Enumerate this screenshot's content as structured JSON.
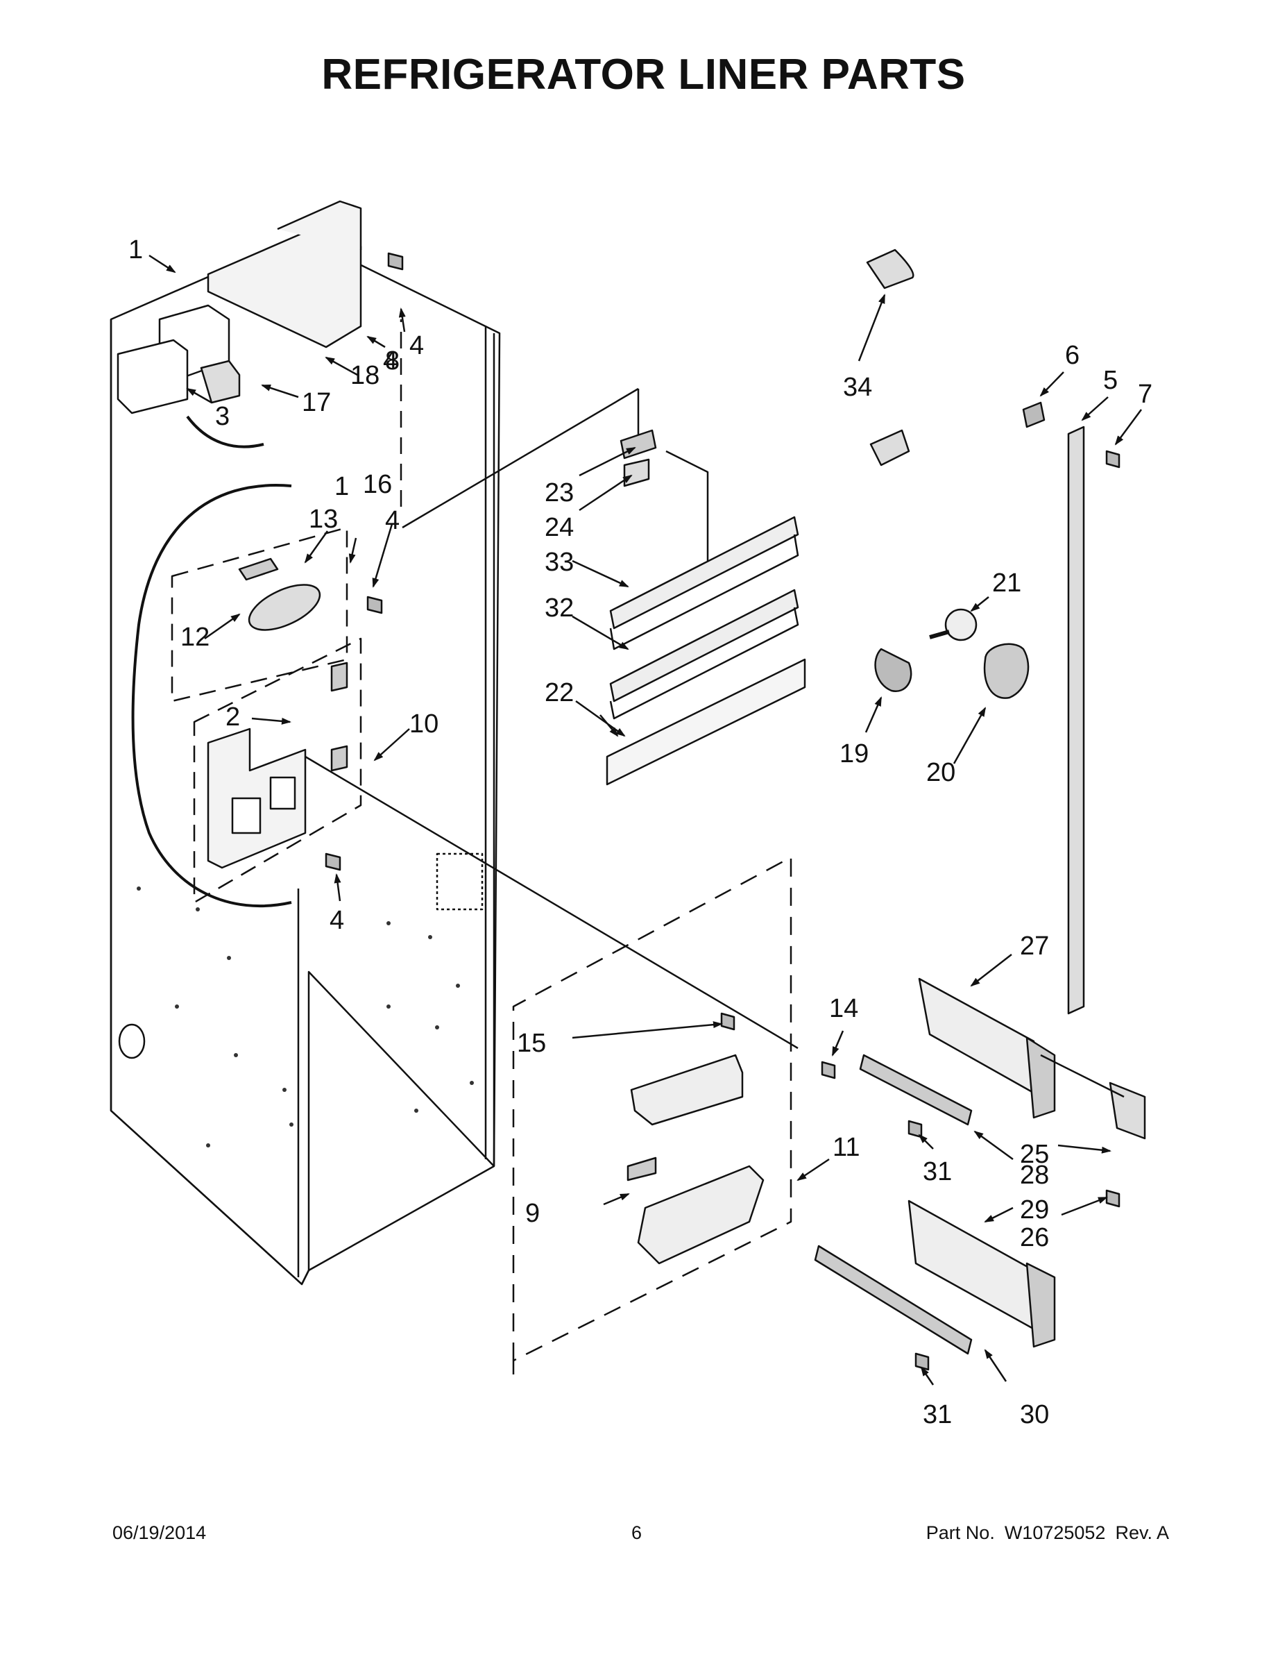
{
  "title": "REFRIGERATOR LINER PARTS",
  "callouts": [
    "1",
    "2",
    "3",
    "4",
    "4",
    "4",
    "4",
    "5",
    "6",
    "7",
    "8",
    "9",
    "10",
    "11",
    "12",
    "13",
    "14",
    "15",
    "16",
    "17",
    "18",
    "19",
    "20",
    "21",
    "22",
    "23",
    "24",
    "25",
    "26",
    "27",
    "28",
    "29",
    "30",
    "31",
    "31",
    "32",
    "33",
    "34",
    "1"
  ],
  "footer": {
    "date": "06/19/2014",
    "page": "6",
    "part_label": "Part No.",
    "part_number": "W10725052",
    "revision": "Rev. A"
  },
  "colors": {
    "line": "#111111",
    "part_fill": "#e6e6e6",
    "part_shade": "#9a9a9a"
  }
}
